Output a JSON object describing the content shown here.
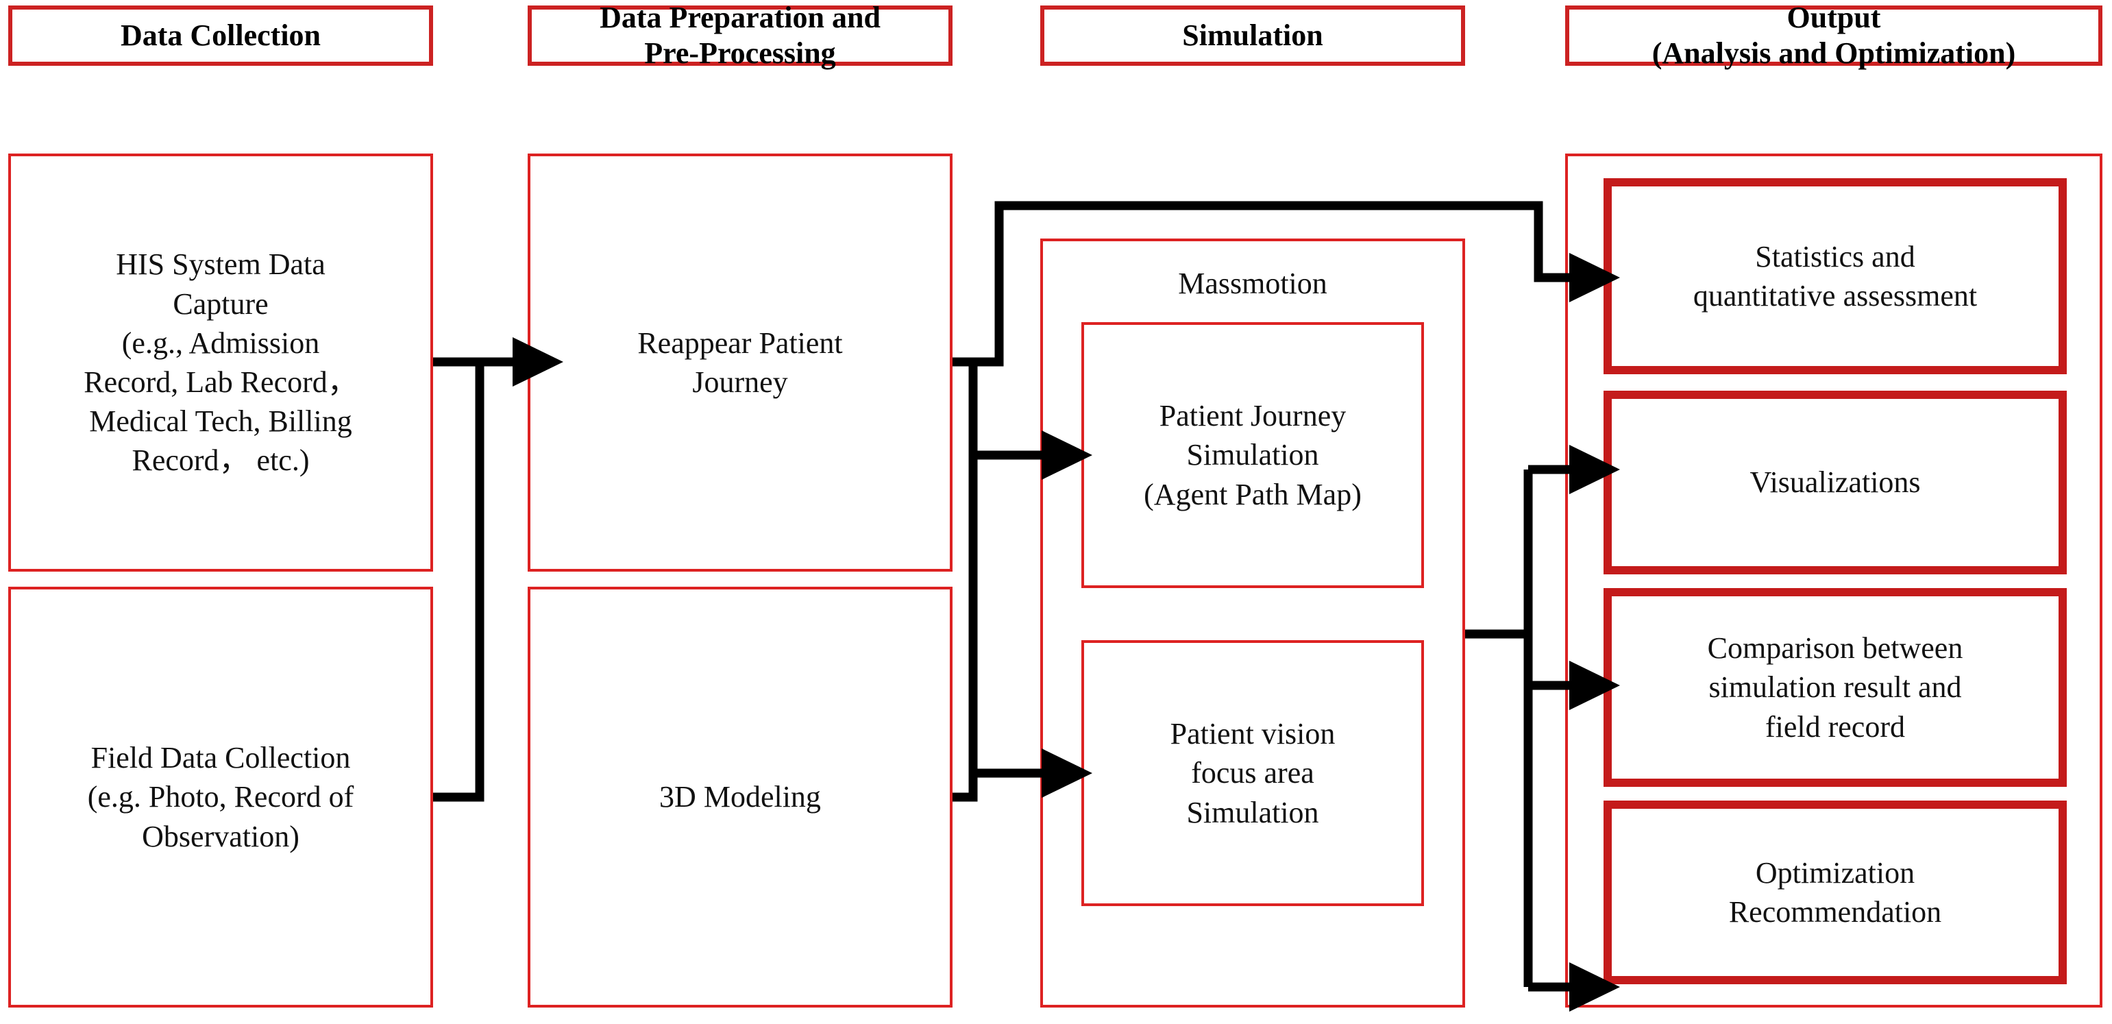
{
  "diagram": {
    "title": "Patient Journey Simulation Research Framework",
    "accent_color": "#cc2222",
    "accent_thick_color": "#c41b1b",
    "line_color": "#000000",
    "background": "#ffffff"
  },
  "columns": [
    {
      "id": "data-collection",
      "header": "Data Collection",
      "nodes": [
        {
          "id": "his-system-data-capture",
          "text": "HIS System Data\nCapture\n(e.g., Admission\nRecord, Lab Record，\nMedical Tech, Billing\nRecord， etc.)"
        },
        {
          "id": "field-data-collection",
          "text": "Field Data Collection\n(e.g. Photo, Record of\nObservation)"
        }
      ]
    },
    {
      "id": "data-preparation-and-pre-processing",
      "header": "Data Preparation and\nPre-Processing",
      "nodes": [
        {
          "id": "reappear-patient-journey",
          "text": "Reappear Patient\nJourney"
        },
        {
          "id": "3d-modeling",
          "text": "3D Modeling"
        }
      ]
    },
    {
      "id": "simulation",
      "header": "Simulation",
      "group_label": "Massmotion",
      "nodes": [
        {
          "id": "patient-journey-simulation",
          "text": "Patient Journey\nSimulation\n(Agent Path Map)"
        },
        {
          "id": "patient-vision-focus-area-simulation",
          "text": "Patient vision\nfocus area\nSimulation"
        }
      ]
    },
    {
      "id": "output-analysis-and-optimization",
      "header": "Output\n(Analysis and Optimization)",
      "nodes": [
        {
          "id": "statistics-and-quantitative-assessment",
          "text": "Statistics and\nquantitative assessment"
        },
        {
          "id": "visualizations",
          "text": "Visualizations"
        },
        {
          "id": "comparison-between-simulation-result-and-field-record",
          "text": "Comparison between\nsimulation result and\nfield record"
        },
        {
          "id": "optimization-recommendation",
          "text": "Optimization\nRecommendation"
        }
      ]
    }
  ],
  "connectors": [
    {
      "id": "his-to-reappear",
      "from": "his-system-data-capture",
      "to": "reappear-patient-journey"
    },
    {
      "id": "field-to-reappear",
      "from": "field-data-collection",
      "to": "reappear-patient-journey"
    },
    {
      "id": "reappear-to-patient-journey-sim",
      "from": "reappear-patient-journey",
      "to": "patient-journey-simulation"
    },
    {
      "id": "reappear-to-statistics",
      "from": "reappear-patient-journey",
      "to": "statistics-and-quantitative-assessment"
    },
    {
      "id": "modeling-to-patient-vision-sim",
      "from": "3d-modeling",
      "to": "patient-vision-focus-area-simulation"
    },
    {
      "id": "simulation-to-visualizations",
      "from": "simulation",
      "to": "visualizations"
    },
    {
      "id": "simulation-to-comparison",
      "from": "simulation",
      "to": "comparison-between-simulation-result-and-field-record"
    },
    {
      "id": "simulation-to-optimization",
      "from": "simulation",
      "to": "optimization-recommendation"
    }
  ]
}
